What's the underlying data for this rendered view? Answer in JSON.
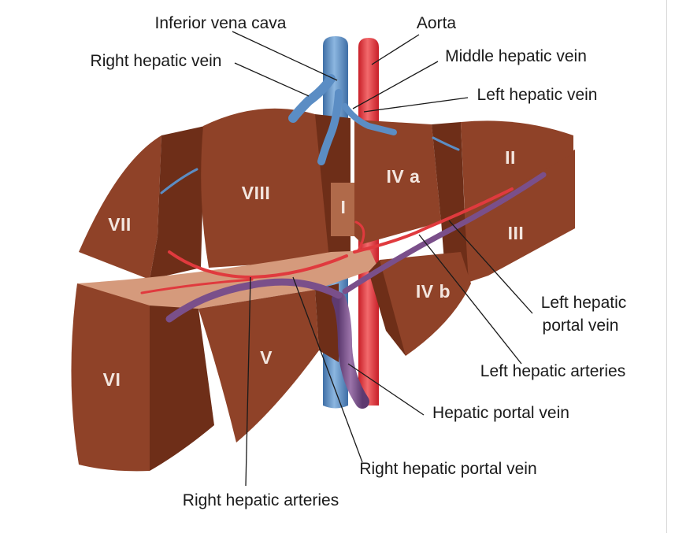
{
  "labels": {
    "inferior_vena_cava": "Inferior vena cava",
    "aorta": "Aorta",
    "right_hepatic_vein": "Right hepatic vein",
    "middle_hepatic_vein": "Middle hepatic vein",
    "left_hepatic_vein": "Left hepatic vein",
    "left_hepatic_portal_vein_line1": "Left hepatic",
    "left_hepatic_portal_vein_line2": "portal vein",
    "left_hepatic_arteries": "Left hepatic arteries",
    "hepatic_portal_vein": "Hepatic portal vein",
    "right_hepatic_portal_vein": "Right hepatic portal vein",
    "right_hepatic_arteries": "Right hepatic arteries"
  },
  "segments": {
    "s1": "I",
    "s2": "II",
    "s3": "III",
    "s4a": "IV a",
    "s4b": "IV b",
    "s5": "V",
    "s6": "VI",
    "s7": "VII",
    "s8": "VIII"
  },
  "colors": {
    "liver": "#8f4228",
    "liver_dark": "#6e2e18",
    "liver_cut": "#d59a7c",
    "vein_blue": "#5b8dc4",
    "artery_red": "#e03a3e",
    "portal_purple": "#7a4f8a"
  }
}
